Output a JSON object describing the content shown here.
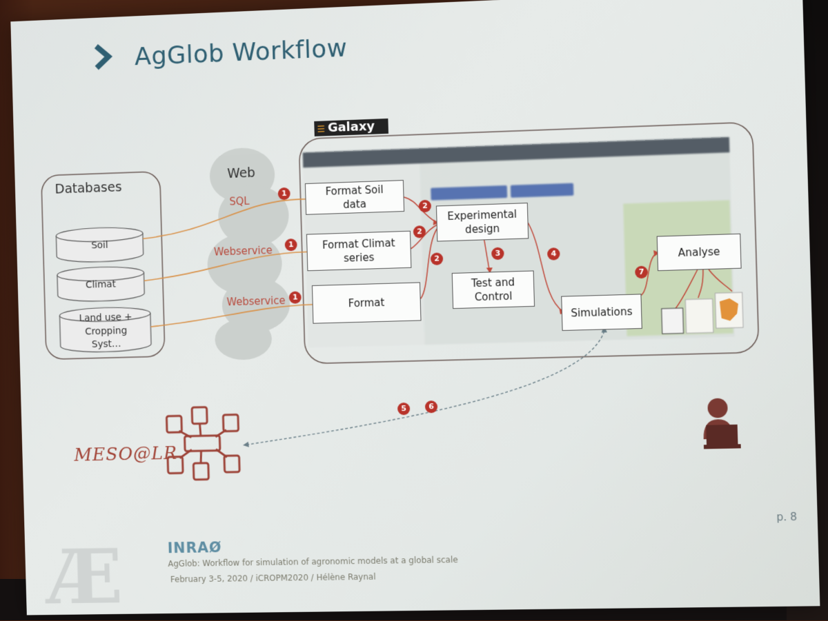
{
  "slide": {
    "title": "AgGlob Workflow",
    "page": "p. 8"
  },
  "galaxy": {
    "badge": "Galaxy",
    "badge_icon": "galaxy-logo-icon"
  },
  "databases": {
    "title": "Databases",
    "items": [
      {
        "label": "Soil"
      },
      {
        "label": "Climat"
      },
      {
        "label": "Land use +\nCropping\nSyst…"
      }
    ]
  },
  "web": {
    "title": "Web",
    "links": [
      "SQL",
      "Webservice",
      "Webservice"
    ]
  },
  "steps": {
    "format_soil": "Format Soil\ndata",
    "format_climat": "Format Climat\nseries",
    "format": "Format",
    "experimental_design": "Experimental\ndesign",
    "test_control": "Test and\nControl",
    "simulations": "Simulations",
    "analyse": "Analyse"
  },
  "numbers": [
    "1",
    "1",
    "1",
    "2",
    "2",
    "2",
    "3",
    "4",
    "5",
    "6",
    "7"
  ],
  "mesolr": {
    "label": "MESO@LR",
    "icon": "network-server-icon"
  },
  "user_icon": "user-laptop-icon",
  "footer": {
    "brand": "INRAØ",
    "line1": "AgGlob: Workflow for simulation of agronomic models at a global scale",
    "line2": "February 3-5, 2020 / iCROPM2020 / Hélène Raynal"
  },
  "colors": {
    "title": "#2f5f72",
    "accent_red": "#b8332a",
    "arrow_orange": "#d9924a",
    "mesolr": "#a24538"
  }
}
